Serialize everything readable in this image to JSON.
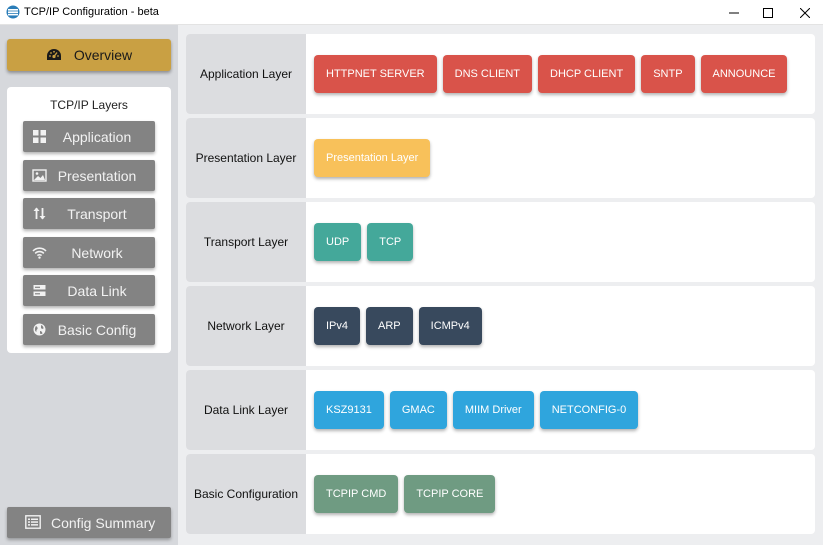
{
  "window": {
    "title": "TCP/IP Configuration - beta",
    "icon": "app-network-icon"
  },
  "sidebar": {
    "overview_label": "Overview",
    "overview_icon": "dashboard-gauge-icon",
    "layers_title": "TCP/IP Layers",
    "items": [
      {
        "label": "Application",
        "icon": "grid-icon"
      },
      {
        "label": "Presentation",
        "icon": "image-icon"
      },
      {
        "label": "Transport",
        "icon": "up-down-arrows-icon"
      },
      {
        "label": "Network",
        "icon": "wifi-icon"
      },
      {
        "label": "Data Link",
        "icon": "server-icon"
      },
      {
        "label": "Basic Config",
        "icon": "globe-icon"
      }
    ],
    "summary_label": "Config Summary",
    "summary_icon": "list-card-icon"
  },
  "colors": {
    "overview": "#c9a043",
    "application": "#d9534a",
    "presentation": "#f8c15a",
    "transport": "#44a89a",
    "network": "#38495d",
    "datalink": "#2fa5dd",
    "basic": "#6f9b82"
  },
  "layers": [
    {
      "label": "Application Layer",
      "color_key": "application",
      "chips": [
        "HTTPNET SERVER",
        "DNS CLIENT",
        "DHCP CLIENT",
        "SNTP",
        "ANNOUNCE"
      ]
    },
    {
      "label": "Presentation Layer",
      "color_key": "presentation",
      "chips": [
        "Presentation Layer"
      ]
    },
    {
      "label": "Transport Layer",
      "color_key": "transport",
      "chips": [
        "UDP",
        "TCP"
      ]
    },
    {
      "label": "Network Layer",
      "color_key": "network",
      "chips": [
        "IPv4",
        "ARP",
        "ICMPv4"
      ]
    },
    {
      "label": "Data Link Layer",
      "color_key": "datalink",
      "chips": [
        "KSZ9131",
        "GMAC",
        "MIIM Driver",
        "NETCONFIG-0"
      ]
    },
    {
      "label": "Basic Configuration",
      "color_key": "basic",
      "chips": [
        "TCPIP CMD",
        "TCPIP CORE"
      ]
    }
  ]
}
